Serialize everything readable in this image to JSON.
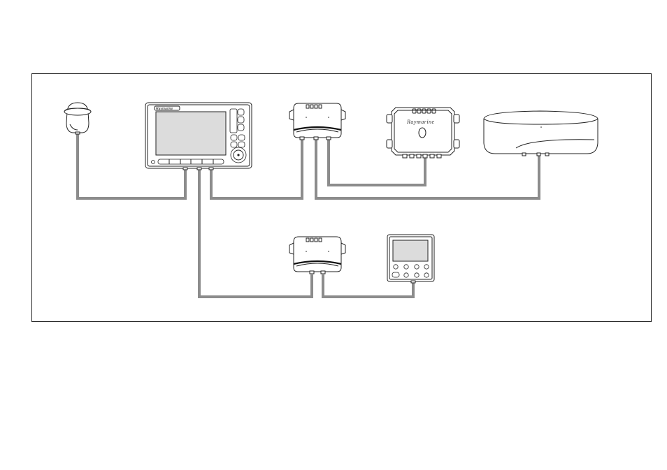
{
  "diagram": {
    "brand": "Raymarine",
    "colors": {
      "cable": "#8c8c8c",
      "outline": "#222222",
      "screen": "#dcdcdc",
      "background": "#ffffff"
    },
    "components": [
      {
        "id": "gps-antenna",
        "icon": "gps-antenna-icon"
      },
      {
        "id": "multifunction-display",
        "icon": "multifunction-display-icon"
      },
      {
        "id": "junction-box-upper",
        "icon": "junction-box-icon"
      },
      {
        "id": "course-computer",
        "icon": "course-computer-icon"
      },
      {
        "id": "radar-dome",
        "icon": "radar-dome-icon"
      },
      {
        "id": "junction-box-lower",
        "icon": "junction-box-icon"
      },
      {
        "id": "instrument-display",
        "icon": "instrument-display-icon"
      }
    ],
    "connections": [
      {
        "from": "gps-antenna",
        "to": "multifunction-display"
      },
      {
        "from": "multifunction-display",
        "to": "junction-box-upper"
      },
      {
        "from": "multifunction-display",
        "to": "junction-box-lower"
      },
      {
        "from": "junction-box-upper",
        "to": "course-computer"
      },
      {
        "from": "junction-box-upper",
        "to": "radar-dome"
      },
      {
        "from": "junction-box-lower",
        "to": "instrument-display"
      }
    ]
  }
}
